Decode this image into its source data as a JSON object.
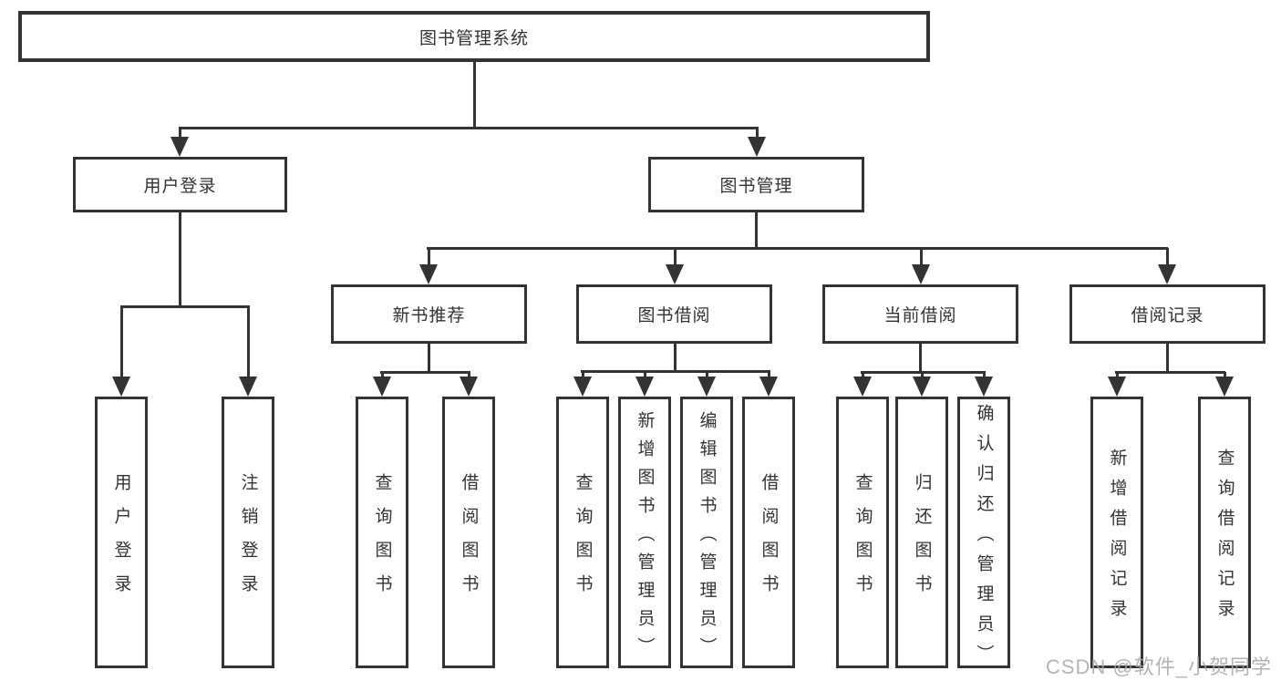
{
  "tree": {
    "root": {
      "label": "图书管理系统"
    },
    "login": {
      "label": "用户登录",
      "children": [
        {
          "label": "用户登录"
        },
        {
          "label": "注销登录"
        }
      ]
    },
    "mgmt": {
      "label": "图书管理",
      "children": [
        {
          "label": "新书推荐",
          "children": [
            {
              "label": "查询图书"
            },
            {
              "label": "借阅图书"
            }
          ]
        },
        {
          "label": "图书借阅",
          "children": [
            {
              "label": "查询图书"
            },
            {
              "label": "新增图书（管理员）"
            },
            {
              "label": "编辑图书（管理员）"
            },
            {
              "label": "借阅图书"
            }
          ]
        },
        {
          "label": "当前借阅",
          "children": [
            {
              "label": "查询图书"
            },
            {
              "label": "归还图书"
            },
            {
              "label": "确认归还（管理员）"
            }
          ]
        },
        {
          "label": "借阅记录",
          "children": [
            {
              "label": "新增借阅记录"
            },
            {
              "label": "查询借阅记录"
            }
          ]
        }
      ]
    }
  },
  "watermark": "CSDN @软件_小贺同学",
  "colors": {
    "line": "#333333",
    "text": "#333333",
    "watermark": "#a8a8a8",
    "background": "#ffffff"
  }
}
